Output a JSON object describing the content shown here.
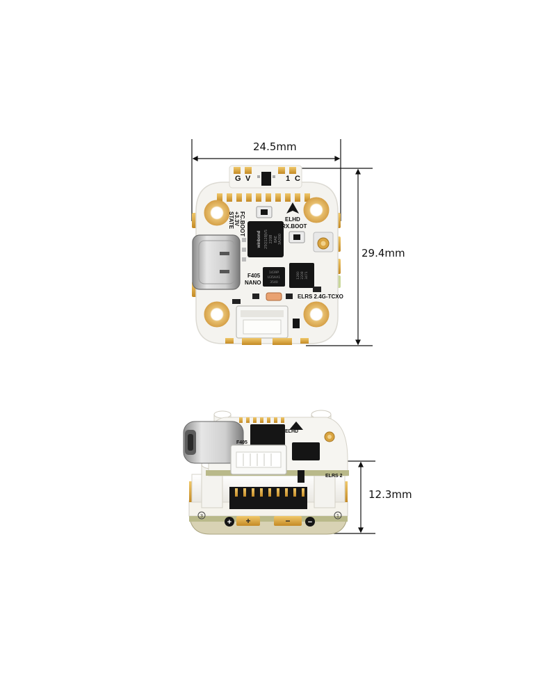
{
  "dimensions": {
    "width": "24.5mm",
    "height": "29.4mm",
    "thickness": "12.3mm"
  },
  "board_top": {
    "pad_labels": [
      "G",
      "V",
      "1",
      "C"
    ],
    "side_labels": [
      "FC.BOOT",
      "+3.3V",
      "STATE"
    ],
    "brand": "ELHD",
    "rx_boot": "RX.BOOT",
    "mcu_label_1": "F405",
    "mcu_label_2": "NANO",
    "elrs_label": "ELRS 2.4G-TCXO",
    "flash_chip": [
      "winbond",
      "25Q128JVS",
      "2208",
      "BAE",
      "3A300"
    ],
    "chip_small": [
      "1439P",
      "U35AA1",
      "3540"
    ],
    "chip_rf": [
      "1280",
      "2208",
      "3471"
    ]
  },
  "board_side": {
    "brand": "ELHD",
    "mcu_label": "F405",
    "elrs_label": "ELRS 2",
    "pad_numbers": [
      "3",
      "1"
    ],
    "polarity": [
      "+",
      "+",
      "−",
      "−"
    ]
  },
  "colors": {
    "board_white": "#f4f3ef",
    "gold_pad": "#d9a441",
    "chip_black": "#151515",
    "pcb_edge_green": "#b9b98a"
  }
}
